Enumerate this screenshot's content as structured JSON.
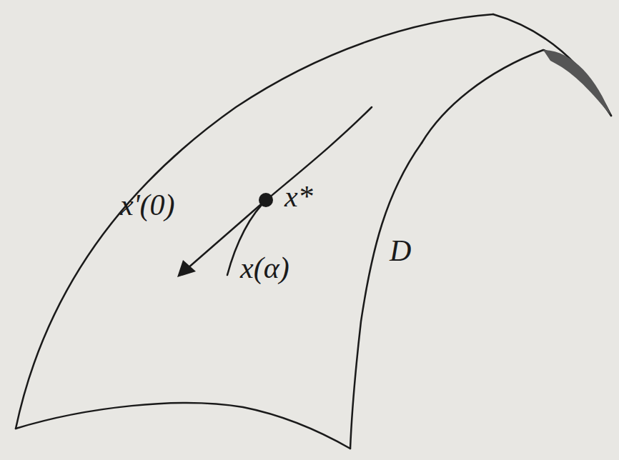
{
  "diagram": {
    "labels": [
      "x'(0)",
      "x*",
      "x(α)",
      "D"
    ]
  }
}
